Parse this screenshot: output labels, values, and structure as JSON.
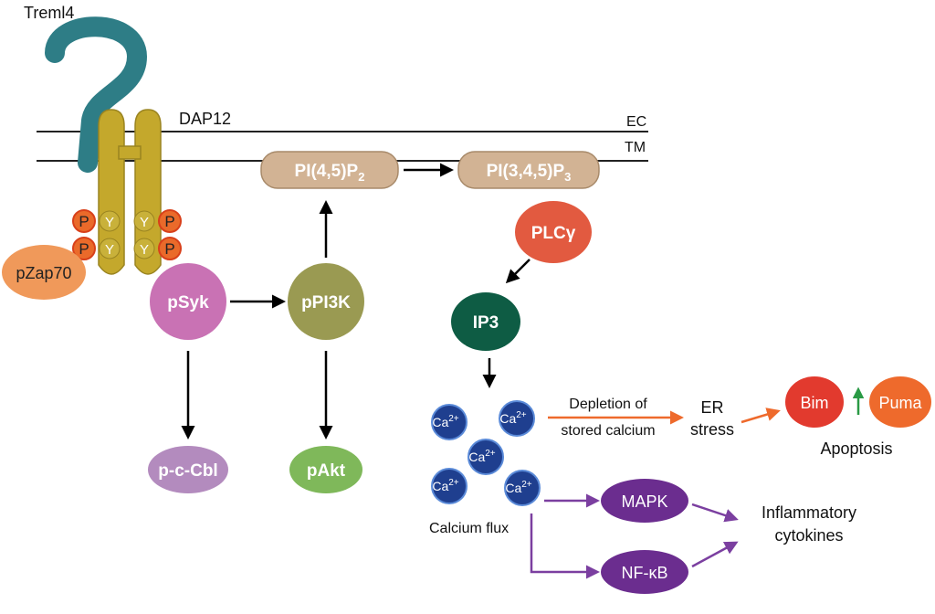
{
  "receptor": {
    "name": "Treml4",
    "adaptor": "DAP12"
  },
  "membrane": {
    "outer_label": "EC",
    "inner_label": "TM"
  },
  "phospho": {
    "p": "P",
    "y": "Y"
  },
  "kinases": {
    "zap70": "pZap70",
    "syk": "pSyk",
    "pi3k": "pPI3K",
    "cbl": "p-c-Cbl",
    "akt": "pAkt"
  },
  "lipids": {
    "pip2": {
      "base": "PI(4,5)P",
      "sub": "2"
    },
    "pip3": {
      "base": "PI(3,4,5)P",
      "sub": "3"
    }
  },
  "plcg": "PLCγ",
  "ip3": "IP3",
  "calcium": {
    "ion_base": "Ca",
    "ion_charge": "2+",
    "flux_label": "Calcium flux"
  },
  "depletion": {
    "line1": "Depletion of",
    "line2": "stored calcium"
  },
  "er_stress": {
    "line1": "ER",
    "line2": "stress"
  },
  "apoptosis": {
    "bim": "Bim",
    "puma": "Puma",
    "label": "Apoptosis"
  },
  "signaling": {
    "mapk": "MAPK",
    "nfkb": "NF-κB"
  },
  "outcome": {
    "line1": "Inflammatory",
    "line2": "cytokines"
  },
  "colors": {
    "treml4": "#2e7d86",
    "dap12": "#c4a82c",
    "phospho_p": "#ea6a2a",
    "phospho_y": "#c9b13a",
    "zap70": "#f0995a",
    "syk": "#c972b4",
    "pi3k": "#9a9a52",
    "cbl": "#b38bbe",
    "akt": "#7fb85a",
    "lipid": "#d2b394",
    "plcg": "#e25a40",
    "ip3": "#0e5c44",
    "calcium": "#1f3f8f",
    "bim": "#e23a2e",
    "puma": "#ee6a2c",
    "signaling": "#6b2d8f",
    "orange_arrow": "#ee6a2c",
    "purple_arrow": "#7b3fa0",
    "up_arrow": "#2a9a45"
  }
}
